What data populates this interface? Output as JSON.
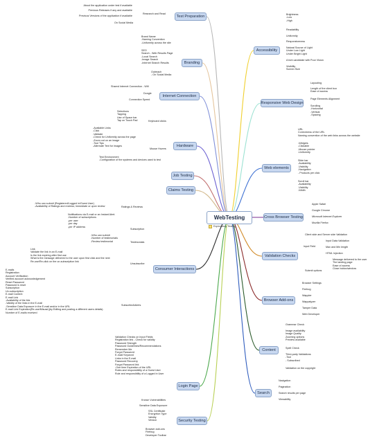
{
  "center": {
    "title": "WebTesting",
    "note": "Exploratory Testing"
  },
  "colors": {
    "node_bg": "#c8d8f0",
    "node_border": "#8aa3c8",
    "note_bg": "#f4df7a"
  },
  "topics": [
    {
      "label": "Test Preparation",
      "color": "#b6b6b6"
    },
    {
      "label": "Branding",
      "color": "#e4c49b"
    },
    {
      "label": "Internet Connection",
      "color": "#7f8fd8"
    },
    {
      "label": "Hardware",
      "color": "#6a5fd1"
    },
    {
      "label": "Job Testing",
      "color": "#c06d6d"
    },
    {
      "label": "Claims Testing",
      "color": "#d3b98b"
    },
    {
      "label": "Consumer Interactions",
      "color": "#2a2a2a"
    },
    {
      "label": "Login Page",
      "color": "#4aa84a"
    },
    {
      "label": "Security Testing",
      "color": "#b8d054"
    },
    {
      "label": "Accessibility",
      "color": "#f0cf2c"
    },
    {
      "label": "Responsive Web Design",
      "color": "#9be2d2"
    },
    {
      "label": "Web elements",
      "color": "#3b6fd2"
    },
    {
      "label": "Cross Browser Testing",
      "color": "#7a2c8f"
    },
    {
      "label": "Validation Checks",
      "color": "#d18a27"
    },
    {
      "label": "Browser Add-ons",
      "color": "#8a2a2a"
    },
    {
      "label": "Content",
      "color": "#2a5a2a"
    },
    {
      "label": "Search",
      "color": "#2d5bbd"
    }
  ],
  "leaves": {
    "test_prep_sub": [
      "Research and Read",
      "On Social Media"
    ],
    "test_prep": [
      "About the application under test if available",
      "Previous Releases if any and available",
      "Previous Versions of the application if available"
    ],
    "brand_name": [
      "Brand Name",
      "-Naming Convention",
      "-Uniformity across the site"
    ],
    "seo": [
      "SEO",
      "Search - Web Results Page",
      "-Local Search",
      "-Image Search",
      "-Internet Search Results"
    ],
    "outreach": [
      "Outreach",
      "- On Social Media"
    ],
    "internet": [
      "Shared Internet Connection - Wifi",
      "Dongle",
      "Connection Speed"
    ],
    "hw_gestures": [
      "Selections",
      "Tapping",
      "Use of Space bar",
      "Tap on Touch Pad"
    ],
    "hw_touch": "Keyboard clicks",
    "hw_mouse": [
      "-Available Links",
      "-Click",
      "-Validate",
      "-Check for Uniformity across the page",
      "-Zoom out on an image",
      "-Tool Tips",
      "-Alternate Text for images"
    ],
    "hw_mouse_label": "Mouse Hovers",
    "hw_test": [
      "Test Environment",
      "-Configuration of the systems and devices used to test"
    ],
    "ratings": [
      "-Who can submit (Registered/Logged in/Guest User)",
      "-Availability of Ratings and reviews; Immediate or upon review"
    ],
    "ratings_label": "Ratings & Reviews",
    "subscription": [
      "Notifications via E-mail or an Instant Alert.",
      "-Number of subscriptions",
      "-per user",
      "-per day",
      "-per IP address"
    ],
    "subscription_label": "Subscription",
    "testimonials": [
      "-Who can submit",
      "-Number of testimonials",
      "-Review testimonial"
    ],
    "testimonials_label": "Testimonials",
    "unsubscribe": [
      "Link",
      "Validate the link in an E-mail",
      "Is the link expiring after first use",
      "What is the message delivered to the user upon first click and the next",
      "Re-use/Re-click on the un-subscription link"
    ],
    "unsubscribe_label": "Unsubscribe",
    "email": [
      "E-mails",
      "Registration",
      "Account Verification",
      "Verified account acknowledgement",
      "Reset Password",
      "Password is reset",
      "Subscription",
      "Un-subscription",
      "E-mail Content",
      "E-mail Link",
      "-Availability of the link",
      "-Validity of the links in the E-mail",
      "-Sensitive Data Exposure in the E-mail and/or in the URL",
      "E-mail Link Expiration(Re-use/Misuse)(by Editing and posting a different users details)",
      "Number of E-mails received"
    ],
    "email_label": "Subscribe&Alerts",
    "login": [
      "Validation Checks on Input Fields",
      "Registration link - Check for validity",
      "Password Strength",
      "Password Guidelines/Recommendations",
      "Remember Me",
      "Forgot Password",
      "E-mail/ Keyword",
      "Links in the E-mail",
      "Password Recovery",
      "Forgot Password link",
      "-One time Expiration of the URL",
      "Roles and responsibility of a Guest User",
      "Role and responsibility of a Logged in User"
    ],
    "sec_known": "Known Vulnerabilities",
    "sec_sensitive": "Sensitive Data Exposure",
    "sec_ssl": [
      "SSL Certificate",
      "Encryption Type",
      "Validity",
      "Version"
    ],
    "sec_browser": [
      "Browser add-ons",
      "Firebug",
      "Developer Toolbar"
    ],
    "acc_bright": [
      "Brightness",
      "-Low",
      "-High"
    ],
    "acc_misc": [
      "Readability",
      "Uniformity",
      "Responsiveness"
    ],
    "acc_light": [
      "Natural Source of Light",
      "Under Low Light",
      "Under Bright Light"
    ],
    "acc_font": "A font candidate with Poor Vision",
    "acc_vis": [
      "Visibility",
      "Screen Size"
    ],
    "rwd_layout": "Layouting",
    "rwd_len": [
      "Length of the client box",
      "Ease of access"
    ],
    "rwd_page": "Page Elements Alignment",
    "rwd_scroll": [
      "Scrolling",
      "-Horizontal",
      "-Vertical",
      "-Spacing"
    ],
    "web_url": [
      "URL",
      "Correctness of the URL",
      "Naming convention of the web links across the website"
    ],
    "web_widgets": [
      "-Widgets",
      "-Clickable",
      "-Mouse pointer",
      "-Uniformity"
    ],
    "web_slide": [
      "Slide bar",
      "-Availability",
      "-Visibility",
      "-Navigation",
      "- Products per click"
    ],
    "web_scroll": [
      "Scroll bar",
      "-Availability",
      "-Visibility",
      "-Width"
    ],
    "cross": [
      "Apple Safari",
      "Google Chrome",
      "Microsoft Internet Explorer",
      "Mozilla Firefox"
    ],
    "val_client": "Client side and Server side Validation",
    "val_input_label": "Input Field",
    "val_input": [
      "Input Data Validation",
      "Max and Min length",
      "HTML Injection"
    ],
    "val_submit_label": "Submit options",
    "val_submit": [
      "Message delivered to the user",
      "The landing page",
      "Ease of access",
      "Close button/window"
    ],
    "addons": [
      "Browser Settings",
      "Firebug",
      "Wappler",
      "Wappalyzer",
      "Tamper Data",
      "Web Developer"
    ],
    "content_grammar": "Grammar Check",
    "content_image": [
      "Image availability",
      "Image Quality",
      "Zooming options",
      "Preview available"
    ],
    "content_spell": "Spell Check",
    "content_third": [
      "Third-party Validations",
      "-Tool",
      "- Subscribed"
    ],
    "content_copy": "Validation on the copyright",
    "search": [
      "Navigation",
      "Pagination",
      "Search results per page",
      "Viewability"
    ]
  }
}
